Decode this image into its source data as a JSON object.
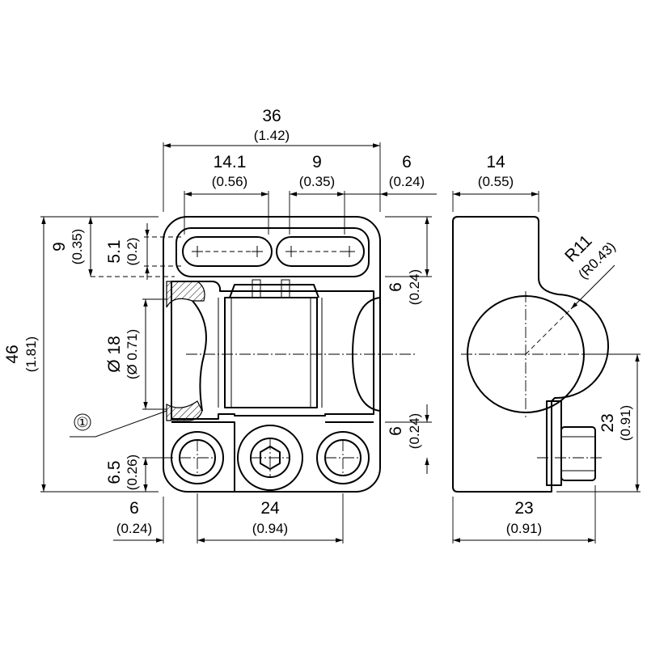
{
  "front_view": {
    "width_overall": {
      "mm": "36",
      "in": "(1.42)"
    },
    "slot_left_offset": {
      "mm": "14.1",
      "in": "(0.56)"
    },
    "slot_spacing": {
      "mm": "9",
      "in": "(0.35)"
    },
    "right_offset": {
      "mm": "6",
      "in": "(0.24)"
    },
    "height_overall": {
      "mm": "46",
      "in": "(1.81)"
    },
    "top_band": {
      "mm": "9",
      "in": "(0.35)"
    },
    "slot_height": {
      "mm": "5.1",
      "in": "(0.2)"
    },
    "bore_diameter": {
      "mm": "Ø 18",
      "in": "(Ø 0.71)"
    },
    "right_top_gap": {
      "mm": "6",
      "in": "(0.24)"
    },
    "right_bottom_gap": {
      "mm": "6",
      "in": "(0.24)"
    },
    "bottom_hole_height": {
      "mm": "6.5",
      "in": "(0.26)"
    },
    "bottom_left_offset": {
      "mm": "6",
      "in": "(0.24)"
    },
    "hole_spacing": {
      "mm": "24",
      "in": "(0.94)"
    },
    "callout": "①"
  },
  "side_view": {
    "depth": {
      "mm": "14",
      "in": "(0.55)"
    },
    "radius": {
      "mm": "R11",
      "in": "(R0.43)"
    },
    "center_height": {
      "mm": "23",
      "in": "(0.91)"
    },
    "width_bottom": {
      "mm": "23",
      "in": "(0.91)"
    }
  }
}
